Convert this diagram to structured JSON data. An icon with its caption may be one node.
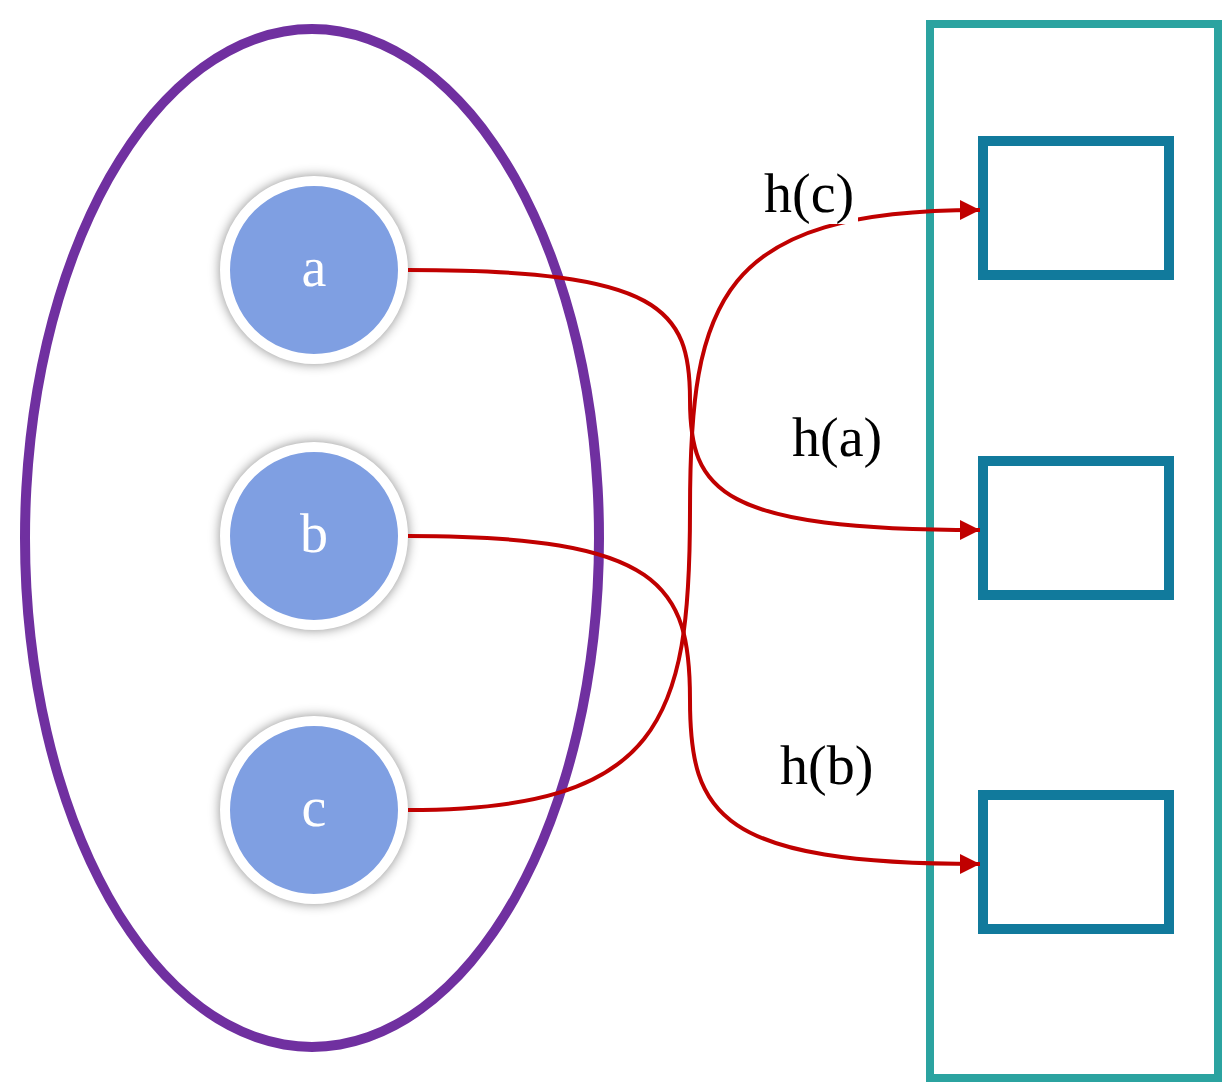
{
  "diagram": {
    "nodes": [
      {
        "text": [],
        "shape": "ellipse"
      },
      {
        "text": [
          "a"
        ],
        "in": 0
      },
      {
        "text": [
          "b"
        ],
        "in": 0
      },
      {
        "text": [
          "c"
        ],
        "in": 0
      },
      {
        "text": [],
        "shape": "box"
      },
      {
        "text": [],
        "shape": "box",
        "in": 4
      },
      {
        "text": [],
        "shape": "box",
        "in": 4
      },
      {
        "text": [],
        "shape": "box",
        "in": 4
      }
    ],
    "edges": [
      {
        "from": 1,
        "to": 6,
        "arrow": "to",
        "label": "h(a)",
        "color": "#c00000"
      },
      {
        "from": 2,
        "to": 7,
        "arrow": "to",
        "label": "h(b)",
        "color": "#c00000"
      },
      {
        "from": 3,
        "to": 5,
        "arrow": "to",
        "label": "h(c)",
        "color": "#c00000"
      }
    ]
  }
}
